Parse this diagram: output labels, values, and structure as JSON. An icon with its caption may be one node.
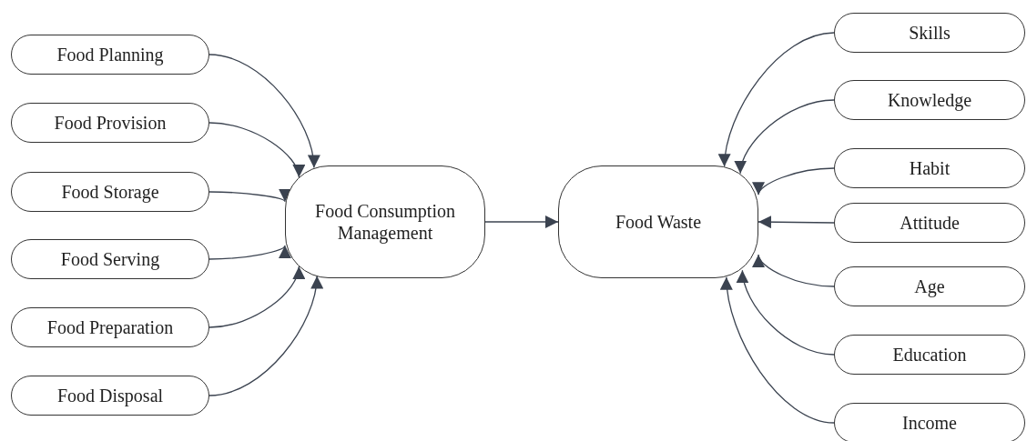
{
  "diagram": {
    "nodes": [
      {
        "text": [
          "Food Planning"
        ]
      },
      {
        "text": [
          "Food Provision"
        ]
      },
      {
        "text": [
          "Food Storage"
        ]
      },
      {
        "text": [
          "Food Serving"
        ]
      },
      {
        "text": [
          "Food Preparation"
        ]
      },
      {
        "text": [
          "Food Disposal"
        ]
      },
      {
        "text": [
          "Food Consumption Management"
        ]
      },
      {
        "text": [
          "Food Waste"
        ]
      },
      {
        "text": [
          "Skills"
        ]
      },
      {
        "text": [
          "Knowledge"
        ]
      },
      {
        "text": [
          "Habit"
        ]
      },
      {
        "text": [
          "Attitude"
        ]
      },
      {
        "text": [
          "Age"
        ]
      },
      {
        "text": [
          "Education"
        ]
      },
      {
        "text": [
          "Income"
        ]
      }
    ],
    "edges": [
      {
        "from": 0,
        "to": 6,
        "arrow": "to"
      },
      {
        "from": 1,
        "to": 6,
        "arrow": "to"
      },
      {
        "from": 2,
        "to": 6,
        "arrow": "to"
      },
      {
        "from": 3,
        "to": 6,
        "arrow": "to"
      },
      {
        "from": 4,
        "to": 6,
        "arrow": "to"
      },
      {
        "from": 5,
        "to": 6,
        "arrow": "to"
      },
      {
        "from": 6,
        "to": 7,
        "arrow": "to"
      },
      {
        "from": 8,
        "to": 7,
        "arrow": "to"
      },
      {
        "from": 9,
        "to": 7,
        "arrow": "to"
      },
      {
        "from": 10,
        "to": 7,
        "arrow": "to"
      },
      {
        "from": 11,
        "to": 7,
        "arrow": "to"
      },
      {
        "from": 12,
        "to": 7,
        "arrow": "to"
      },
      {
        "from": 13,
        "to": 7,
        "arrow": "to"
      },
      {
        "from": 14,
        "to": 7,
        "arrow": "to"
      }
    ]
  }
}
